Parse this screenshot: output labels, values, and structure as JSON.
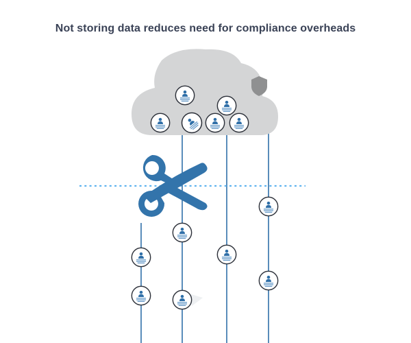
{
  "title": "Not storing data reduces need for compliance overheads",
  "colors": {
    "title": "#3a4256",
    "cloud": "#d4d5d6",
    "shield": "#8f9091",
    "line": "#2f6fa8",
    "scissors": "#3374ab",
    "cut_line": "#5fb3ef",
    "node_border": "#2b2f38",
    "node_fill": "#ffffff",
    "person": "#2f6fa8",
    "stack_lines": "#5f95c6"
  },
  "icons": {
    "cloud": "cloud-icon",
    "shield": "shield-icon",
    "scissors": "scissors-icon",
    "node": "person-data-icon"
  },
  "cloud_nodes": [
    {
      "id": "cloud-node-1",
      "tilt": "tilted"
    },
    {
      "id": "cloud-node-2",
      "tilt": "tilted"
    },
    {
      "id": "cloud-node-3",
      "tilt": "tilted-strong"
    },
    {
      "id": "cloud-node-4",
      "tilt": "upright"
    },
    {
      "id": "cloud-node-5",
      "tilt": "upright"
    },
    {
      "id": "cloud-node-6",
      "tilt": "tilted"
    }
  ],
  "streams": [
    {
      "id": "stream-1",
      "nodes": 2
    },
    {
      "id": "stream-2",
      "nodes": 2
    },
    {
      "id": "stream-3",
      "nodes": 1
    },
    {
      "id": "stream-4",
      "nodes": 2
    }
  ]
}
